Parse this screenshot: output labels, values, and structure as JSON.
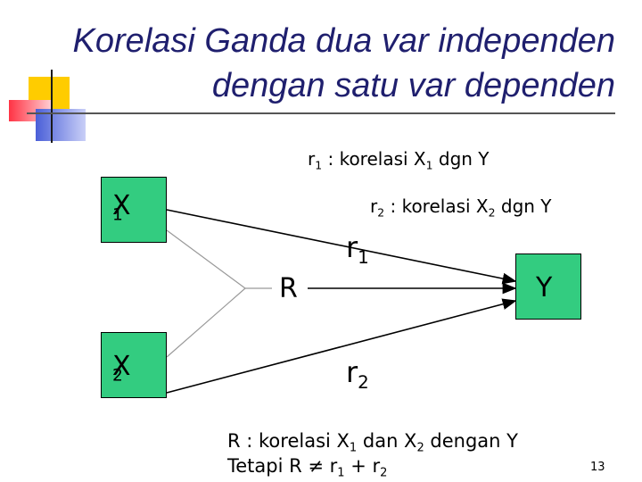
{
  "title": {
    "line1": "Korelasi Ganda dua var independen",
    "line2": "dengan satu var dependen"
  },
  "notes": {
    "r1": {
      "prefix": "r",
      "sub1": "1",
      "mid": " : korelasi X",
      "sub2": "1",
      "suffix": " dgn Y"
    },
    "r2": {
      "prefix": "r",
      "sub1": "2",
      "mid": " : korelasi X",
      "sub2": "2",
      "suffix": " dgn Y"
    }
  },
  "nodes": {
    "x1": {
      "base": "X",
      "sub": "1"
    },
    "x2": {
      "base": "X",
      "sub": "2"
    },
    "y": {
      "label": "Y"
    },
    "r": {
      "label": "R"
    }
  },
  "edge_labels": {
    "r1": {
      "base": "r",
      "sub": "1"
    },
    "r2": {
      "base": "r",
      "sub": "2"
    }
  },
  "footer": {
    "line1": {
      "a": "R : korelasi X",
      "s1": "1",
      "b": " dan X",
      "s2": "2",
      "c": " dengan Y"
    },
    "line2": {
      "a": "Tetapi  R ≠ r",
      "s1": "1",
      "b": " + r",
      "s2": "2"
    }
  },
  "page_number": "13",
  "colors": {
    "node_fill": "#33cc80",
    "title": "#1f1f6e",
    "deco_yellow": "#ffcc00",
    "deco_red": "#ff3344",
    "deco_blue": "#4a5fd8"
  }
}
